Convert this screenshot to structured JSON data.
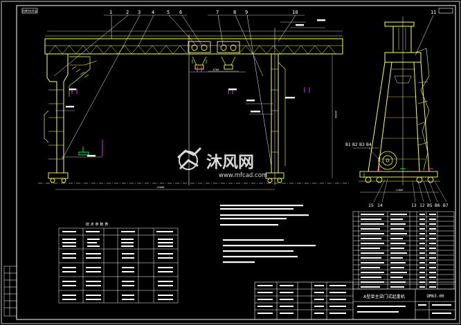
{
  "colors": {
    "background": "#000000",
    "frame": "#ffffff",
    "structure": "#ffff66",
    "structure_dim": "#d8c84a",
    "dimension": "#ffffff",
    "leader": "#ffffff",
    "accent_magenta": "#ff33ff",
    "accent_green": "#00ff66",
    "accent_cyan": "#33ccff",
    "watermark": "#ffffff"
  },
  "frame_stamp": {
    "top_left": "2009大作业"
  },
  "watermark": {
    "brand_cn": "沐风网",
    "brand_url": "www.mfcad.com"
  },
  "part_numbers": [
    "1",
    "2",
    "3",
    "4",
    "5",
    "6",
    "7",
    "8",
    "9",
    "10",
    "11"
  ],
  "side_view_labels": {
    "top": [
      "B1",
      "B2",
      "B3",
      "B4"
    ],
    "bottom": [
      "15",
      "14",
      "13",
      "12",
      "B5",
      "B6",
      "B7"
    ]
  },
  "dimension_texts": {
    "span_total": "42000",
    "height_total": "26900",
    "trolley_gauge": "6700",
    "side_base": "11000"
  },
  "spec_table": {
    "title": "技 术 参 数 表"
  },
  "title_block": {
    "drawing_title": "A型单主梁门式起重机",
    "drawing_no": "QM63-00"
  }
}
